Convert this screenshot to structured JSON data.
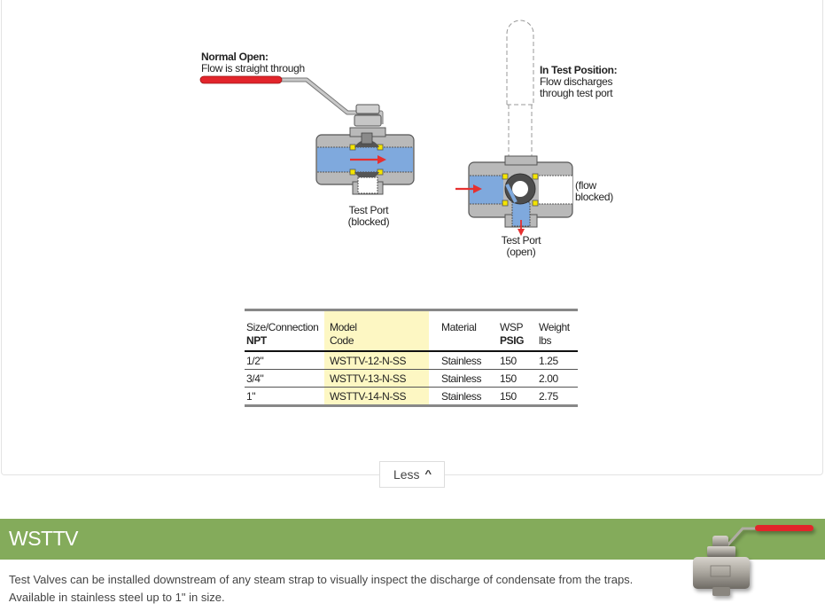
{
  "diagram": {
    "normal_open": {
      "title": "Normal Open:",
      "subtitle": "Flow is straight through",
      "test_port_line1": "Test Port",
      "test_port_line2": "(blocked)"
    },
    "test_position": {
      "title": "In Test Position:",
      "subtitle_line1": "Flow discharges",
      "subtitle_line2": "through test port",
      "flow_line1": "(flow",
      "flow_line2": "blocked)",
      "test_port_line1": "Test Port",
      "test_port_line2": "(open)"
    },
    "colors": {
      "handle_red": "#e2252b",
      "body_gray": "#b9b9b9",
      "flow_blue": "#7fa9dd",
      "seat_yellow": "#f4e400",
      "ball_dark": "#555555",
      "arrow_red": "#e63030"
    }
  },
  "spec_table": {
    "headers": [
      {
        "line1": "Size/Connection",
        "line2": "NPT"
      },
      {
        "line1": "Model",
        "line2": "Code"
      },
      {
        "line1": "Material",
        "line2": ""
      },
      {
        "line1": "WSP",
        "line2": "PSIG"
      },
      {
        "line1": "Weight",
        "line2": "lbs"
      }
    ],
    "rows": [
      {
        "size": "1/2\"",
        "code": "WSTTV-12-N-SS",
        "material": "Stainless",
        "wsp": "150",
        "weight": "1.25"
      },
      {
        "size": "3/4\"",
        "code": "WSTTV-13-N-SS",
        "material": "Stainless",
        "wsp": "150",
        "weight": "2.00"
      },
      {
        "size": "1\"",
        "code": "WSTTV-14-N-SS",
        "material": "Stainless",
        "wsp": "150",
        "weight": "2.75"
      }
    ]
  },
  "toggle": {
    "label": "Less",
    "icon": "chevron-up-icon"
  },
  "product": {
    "title": "WSTTV",
    "description_line1": "Test Valves can be installed downstream of any steam strap to visually inspect the discharge of condensate from the traps.",
    "description_line2": "Available in stainless steel up to 1\" in size.",
    "header_color": "#84ab5b",
    "image": "ball-valve-photo"
  }
}
